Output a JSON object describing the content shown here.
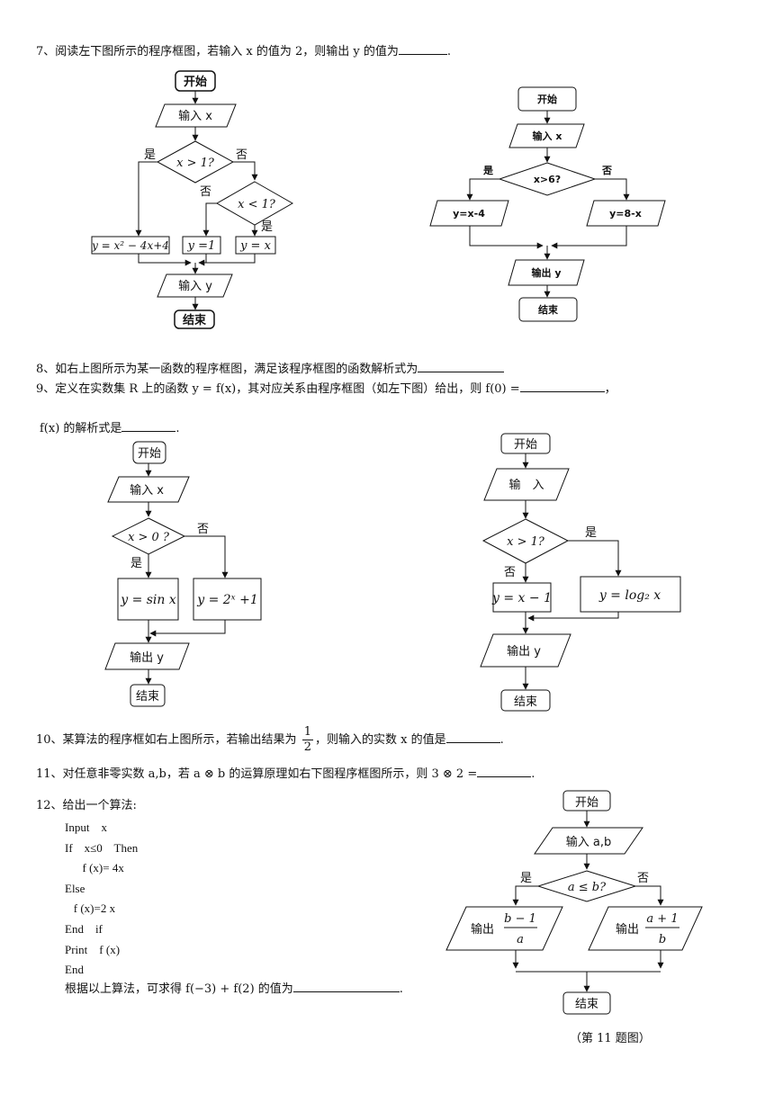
{
  "questions": {
    "q7": {
      "pre": "7、阅读左下图所示的程序框图，若输入 x 的值为 2，则输出 y 的值为",
      "post": "."
    },
    "q8": {
      "pre": "8、如右上图所示为某一函数的程序框图，满足该程序框图的函数解析式为"
    },
    "q9a": {
      "pre": "9、定义在实数集 R 上的函数 y = f(x)，其对应关系由程序框图（如左下图）给出，则 f(0) =",
      "post": "，"
    },
    "q9b": {
      "pre": "f(x) 的解析式是",
      "post": "."
    },
    "q10": {
      "pre": "10、某算法的程序框如右上图所示，若输出结果为",
      "frac_num": "1",
      "frac_den": "2",
      "mid": "，则输入的实数 x 的值是",
      "post": "."
    },
    "q11": {
      "pre": "11、对任意非零实数 a,b，若 a ⊗ b 的运算原理如右下图程序框图所示，则 3 ⊗ 2 =",
      "post": "."
    },
    "q12": {
      "title": "12、给出一个算法:",
      "tail_pre": "根据以上算法，可求得 f(−3) + f(2) 的值为",
      "tail_post": "."
    }
  },
  "code_lines": [
    "Input    x",
    "If    x≤0    Then",
    "      f (x)= 4x",
    "Else",
    "   f (x)=2 x",
    "End    if",
    "Print    f (x)",
    "End"
  ],
  "fc1": {
    "start": "开始",
    "input": "输入 x",
    "cond1": "x > 1?",
    "yes1": "是",
    "no1": "否",
    "no2": "否",
    "cond2": "x < 1?",
    "yes2": "是",
    "box1": "y = x² − 4x+4",
    "box2": "y =1",
    "box3": "y = x",
    "output": "输入 y",
    "end": "结束"
  },
  "fc2": {
    "start": "开始",
    "input": "输入 x",
    "cond": "x>6?",
    "yes": "是",
    "no": "否",
    "left": "y=x-4",
    "right": "y=8-x",
    "output": "输出 y",
    "end": "结束"
  },
  "fc3": {
    "start": "开始",
    "input": "输入 x",
    "cond": "x > 0 ?",
    "no": "否",
    "yes": "是",
    "left": "y = sin x",
    "right": "y = 2ˣ +1",
    "output": "输出 y",
    "end": "结束"
  },
  "fc4": {
    "start": "开始",
    "input": "输　入",
    "cond": "x > 1?",
    "yes": "是",
    "no": "否",
    "left": "y = x − 1",
    "right": "y = log₂ x",
    "output": "输出 y",
    "end": "结束"
  },
  "fc5": {
    "start": "开始",
    "input": "输入 a,b",
    "cond": "a ≤ b?",
    "yes": "是",
    "no": "否",
    "out_left_pre": "输出",
    "out_left_num": "b − 1",
    "out_left_den": "a",
    "out_right_pre": "输出",
    "out_right_num": "a + 1",
    "out_right_den": "b",
    "end": "结束"
  },
  "caption": "（第 11 题图）"
}
